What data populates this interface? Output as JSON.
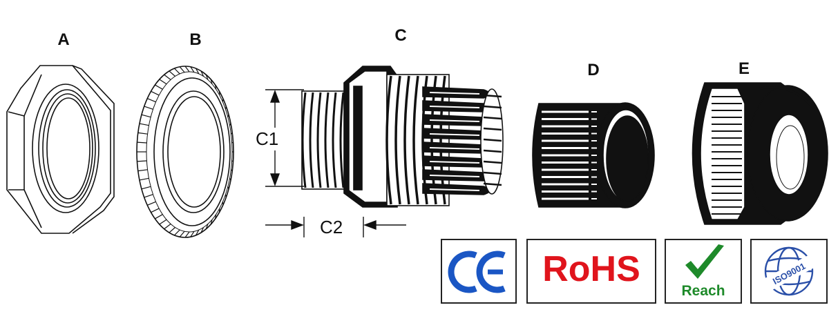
{
  "parts": [
    {
      "label": "A"
    },
    {
      "label": "B"
    },
    {
      "label": "C"
    },
    {
      "label": "D"
    },
    {
      "label": "E"
    }
  ],
  "dimensions": {
    "c1": "C1",
    "c2": "C2"
  },
  "certifications": {
    "rohs": "RoHS",
    "reach": "Reach",
    "iso": "ISO9001"
  },
  "colors": {
    "ink": "#111111",
    "ce_blue": "#1a56c4",
    "rohs_red": "#e0141c",
    "reach_green": "#1e8a2a",
    "iso_blue": "#2a4fa8"
  }
}
